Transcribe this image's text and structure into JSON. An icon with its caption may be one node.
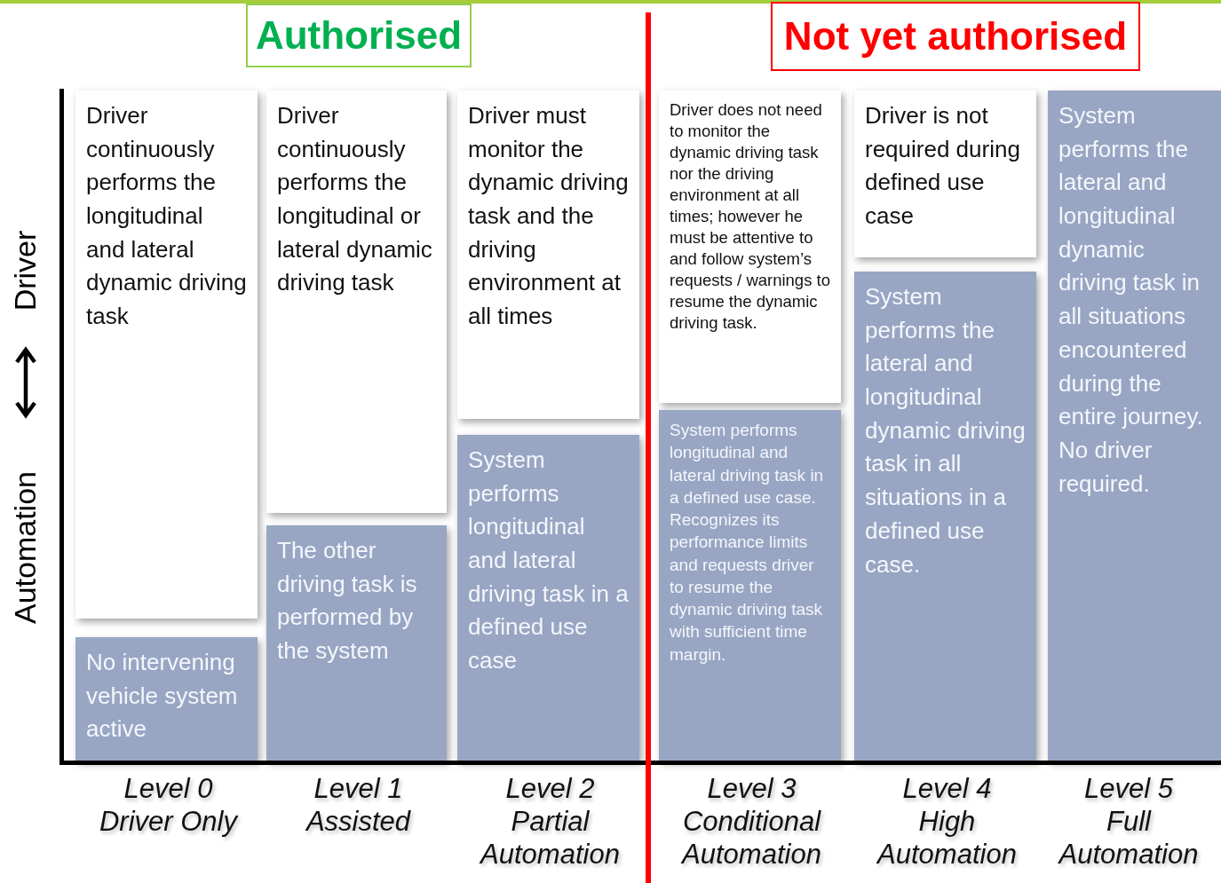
{
  "diagram": {
    "nodes": [
      {
        "text": [
          "Authorised"
        ]
      },
      {
        "text": [
          "Not yet authorised"
        ]
      },
      {
        "text": [
          "Driver continuously performs the longitudinal and lateral dynamic driving task"
        ]
      },
      {
        "text": [
          "No intervening vehicle system active"
        ]
      },
      {
        "text": [
          "Driver continuously performs the longitudinal or lateral dynamic driving task"
        ]
      },
      {
        "text": [
          "The other driving task is performed by the system"
        ]
      },
      {
        "text": [
          "Driver must monitor the dynamic driving task and the driving environment at all times"
        ]
      },
      {
        "text": [
          "System performs longitudinal and lateral driving task in a defined use case"
        ]
      },
      {
        "text": [
          "Driver does not need to monitor the dynamic driving task nor the driving environment at all times; however he must be attentive to and follow system’s requests / warnings to resume the dynamic driving task."
        ]
      },
      {
        "text": [
          "System performs longitudinal and lateral driving task in a defined use case. Recognizes its performance limits and requests driver to resume the dynamic driving task with sufficient time margin."
        ]
      },
      {
        "text": [
          "Driver is not required during defined use case"
        ]
      },
      {
        "text": [
          "System performs the lateral and longitudinal dynamic driving task in all situations in a defined use case."
        ]
      },
      {
        "text": [
          "System performs the lateral and longitudinal dynamic driving task in all situations encountered during the entire journey. No driver required."
        ]
      }
    ],
    "labels": [
      "Automation",
      "Driver",
      "Level 0",
      "Driver Only",
      "Level 1",
      "Assisted",
      "Level 2",
      "Partial Automation",
      "Level 3",
      "Conditional Automation",
      "Level 4",
      "High Automation",
      "Level 5",
      "Full Automation"
    ]
  }
}
